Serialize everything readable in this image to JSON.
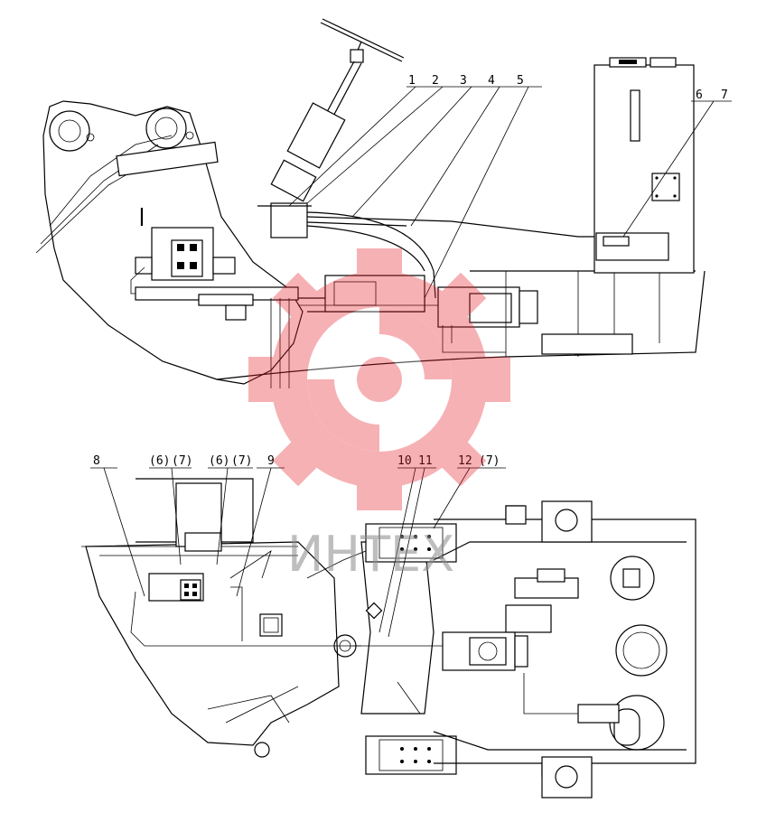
{
  "callouts_top": [
    "1",
    "2",
    "3",
    "4",
    "5",
    "6",
    "7"
  ],
  "callouts_bottom": [
    "8",
    "(6)",
    "(7)",
    "(6)",
    "(7)",
    "9",
    "10",
    "11",
    "12",
    "(7)"
  ],
  "watermark": {
    "text": "ИНТЕХ",
    "color": "#e8222a"
  }
}
